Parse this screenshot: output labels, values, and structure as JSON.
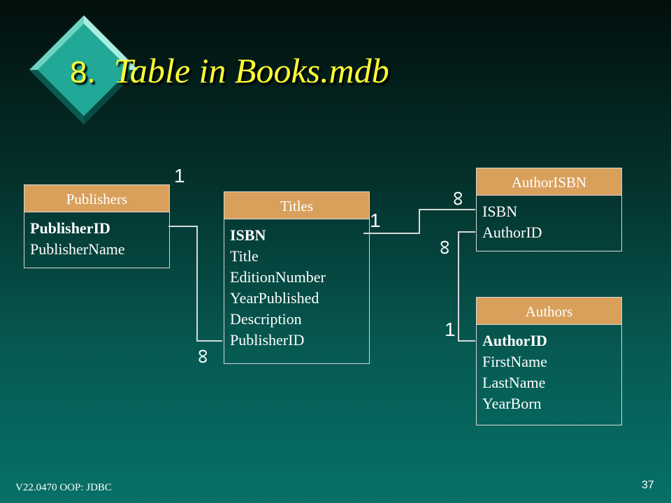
{
  "slide": {
    "number_label": "8.",
    "title": "Table in Books.mdb",
    "footer_left": "V22.0470 OOP:  JDBC",
    "footer_right": "37"
  },
  "tables": {
    "publishers": {
      "name": "Publishers",
      "fields": [
        "PublisherID",
        "PublisherName"
      ]
    },
    "titles": {
      "name": "Titles",
      "fields": [
        "ISBN",
        "Title",
        "EditionNumber",
        "YearPublished",
        "Description",
        "PublisherID"
      ]
    },
    "authorisbn": {
      "name": "AuthorISBN",
      "fields": [
        "ISBN",
        "AuthorID"
      ]
    },
    "authors": {
      "name": "Authors",
      "fields": [
        "AuthorID",
        "FirstName",
        "LastName",
        "YearBorn"
      ]
    }
  },
  "cardinality": {
    "publishers_one": "1",
    "titles_many": "∞",
    "titles_one": "1",
    "authorisbn_isbn_many": "∞",
    "authorisbn_author_many": "∞",
    "authors_one": "1"
  },
  "colors": {
    "header": "#d9a05c",
    "title": "#ffff33",
    "diamond_light": "#8fe0d0",
    "diamond_dark": "#1a9a88"
  }
}
